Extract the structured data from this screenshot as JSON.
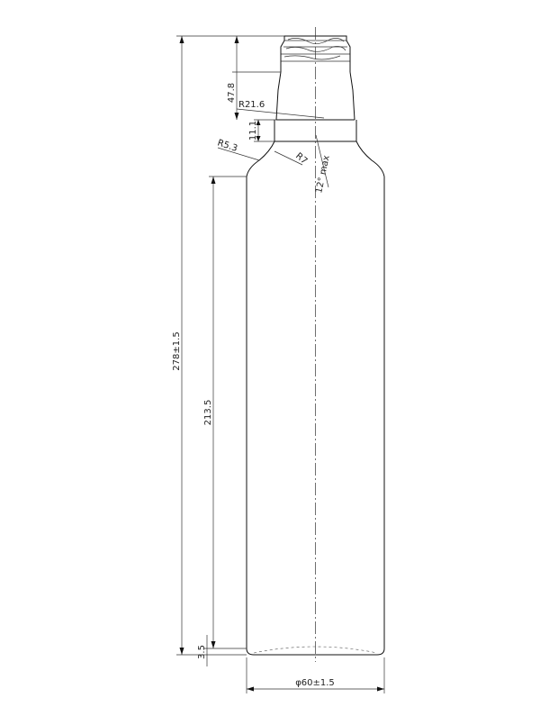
{
  "drawing": {
    "dimensions": {
      "total_height": "278±1.5",
      "body_height": "213.5",
      "base_offset": "3.5",
      "diameter": "φ60±1.5",
      "neck_height": "47.8",
      "neck_ring": "11.1",
      "neck_radius": "R21.6",
      "shoulder_radius": "R5.3",
      "fillet_radius": "R7",
      "angle": "12° max"
    }
  }
}
